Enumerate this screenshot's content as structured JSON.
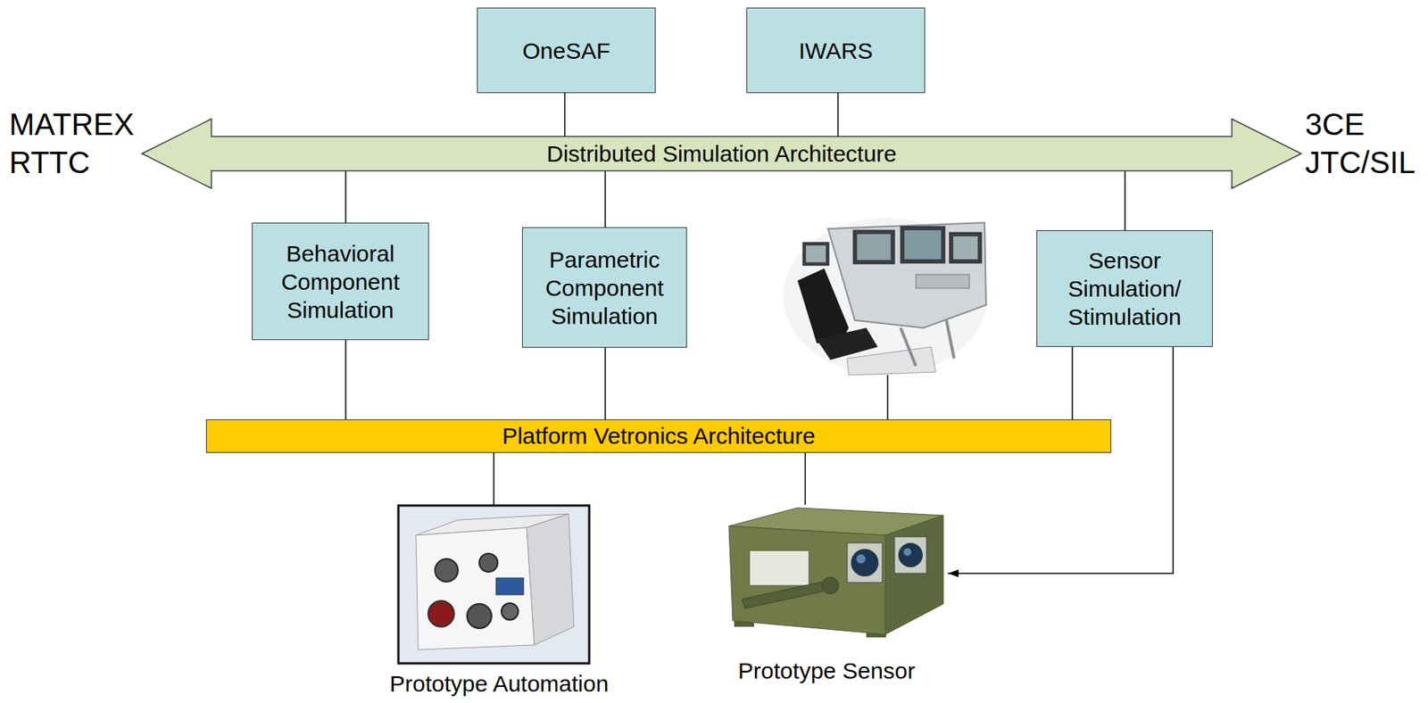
{
  "diagram": {
    "nodes": [
      {
        "text": [
          "OneSAF"
        ]
      },
      {
        "text": [
          "IWARS"
        ]
      },
      {
        "text": [
          "Distributed Simulation Architecture"
        ]
      },
      {
        "text": [
          "Behavioral Component Simulation"
        ]
      },
      {
        "text": [
          "Parametric Component Simulation"
        ]
      },
      {
        "text": [
          "Sensor Simulation/ Stimulation"
        ]
      },
      {
        "text": [
          "Platform Vetronics Architecture"
        ]
      },
      {
        "text": [
          "Prototype Automation"
        ]
      },
      {
        "text": [
          "Prototype Sensor"
        ]
      }
    ],
    "edges": [
      {
        "from": 0,
        "to": 2,
        "arrow": "none"
      },
      {
        "from": 1,
        "to": 2,
        "arrow": "none"
      },
      {
        "from": 3,
        "to": 2,
        "arrow": "none"
      },
      {
        "from": 4,
        "to": 2,
        "arrow": "none"
      },
      {
        "from": 5,
        "to": 2,
        "arrow": "none"
      },
      {
        "from": 3,
        "to": 6,
        "arrow": "none"
      },
      {
        "from": 4,
        "to": 6,
        "arrow": "none"
      },
      {
        "from": 5,
        "to": 6,
        "arrow": "none"
      },
      {
        "from": 5,
        "to": 8,
        "arrow": "to"
      },
      {
        "from": 6,
        "to": 7,
        "arrow": "none"
      },
      {
        "from": 6,
        "to": 8,
        "arrow": "none"
      }
    ],
    "labels": [
      "MATREX",
      "RTTC",
      "3CE",
      "JTC/SIL"
    ]
  }
}
